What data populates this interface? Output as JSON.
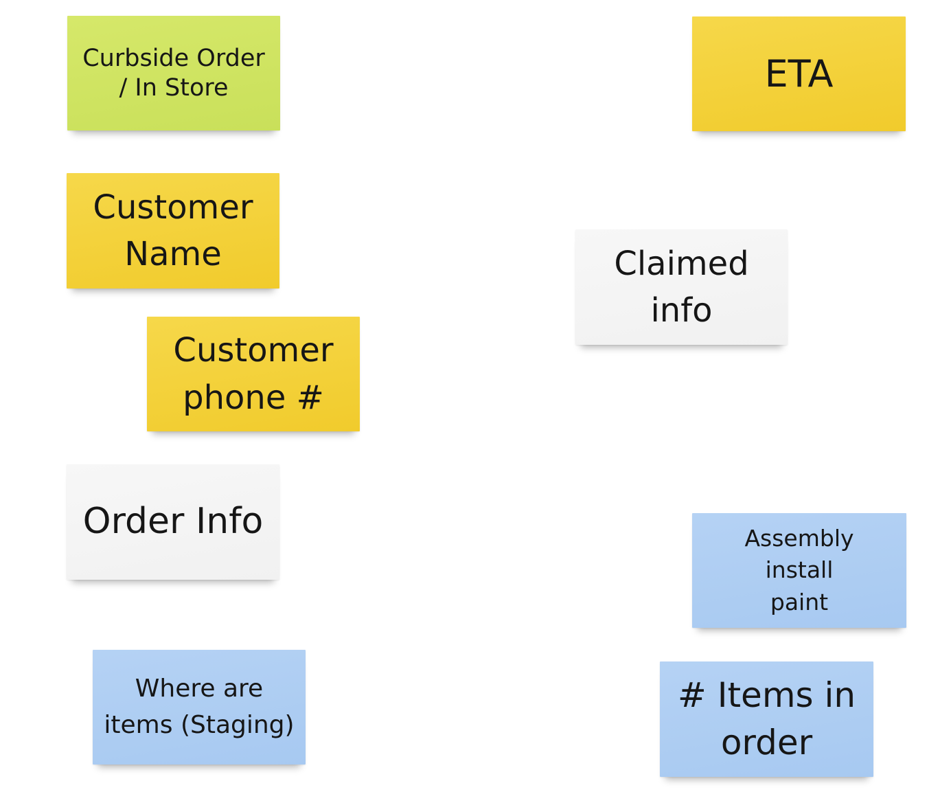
{
  "board": {
    "notes": [
      {
        "text": "Curbside Order\n/ In Store",
        "color": "#c9e05a"
      },
      {
        "text": "ETA",
        "color": "#f1cb2c"
      },
      {
        "text": "Customer\nName",
        "color": "#f1cb2c"
      },
      {
        "text": "Claimed\ninfo",
        "color": "#f3f3f3"
      },
      {
        "text": "Customer\nphone #",
        "color": "#f1cb2c"
      },
      {
        "text": "Order Info",
        "color": "#f3f3f3"
      },
      {
        "text": "Assembly\ninstall\npaint",
        "color": "#a7c9f1"
      },
      {
        "text": "Where are\nitems (Staging)",
        "color": "#a7c9f1"
      },
      {
        "text": "# Items in\norder",
        "color": "#a7c9f1"
      }
    ]
  }
}
